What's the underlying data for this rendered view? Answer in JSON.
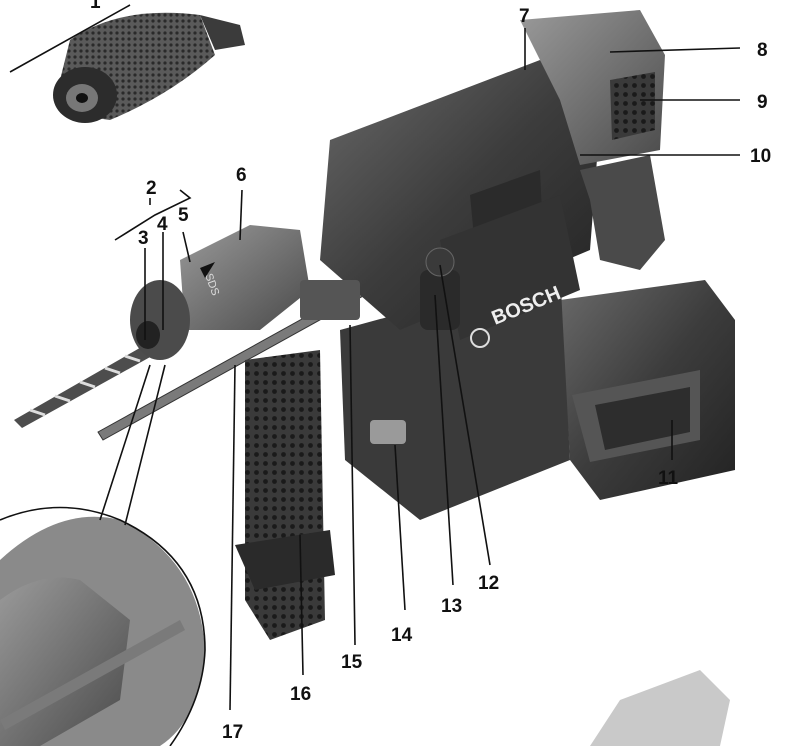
{
  "brand": "BOSCH",
  "chuck_marking": "SDS",
  "callouts": [
    {
      "id": "1",
      "label": "1"
    },
    {
      "id": "2",
      "label": "2"
    },
    {
      "id": "3",
      "label": "3"
    },
    {
      "id": "4",
      "label": "4"
    },
    {
      "id": "5",
      "label": "5"
    },
    {
      "id": "6",
      "label": "6"
    },
    {
      "id": "7",
      "label": "7"
    },
    {
      "id": "8",
      "label": "8"
    },
    {
      "id": "9",
      "label": "9"
    },
    {
      "id": "10",
      "label": "10"
    },
    {
      "id": "11",
      "label": "11"
    },
    {
      "id": "12",
      "label": "12"
    },
    {
      "id": "13",
      "label": "13"
    },
    {
      "id": "14",
      "label": "14"
    },
    {
      "id": "15",
      "label": "15"
    },
    {
      "id": "16",
      "label": "16"
    },
    {
      "id": "17",
      "label": "17"
    }
  ]
}
